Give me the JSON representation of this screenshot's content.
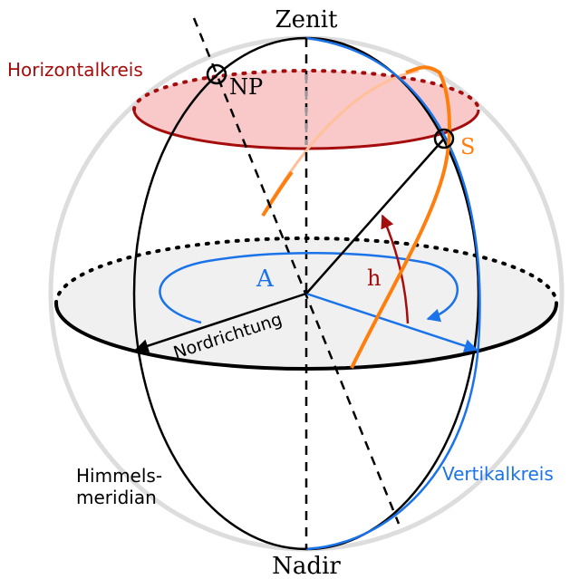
{
  "labels": {
    "zenit": "Zenit",
    "nadir": "Nadir",
    "horizontalkreis": "Horizontalkreis",
    "np": "NP",
    "star": "S",
    "azimuth": "A",
    "altitude": "h",
    "nordrichtung": "Nordrichtung",
    "himmels": "Himmels-",
    "meridian": "meridian",
    "vertikalkreis": "Vertikalkreis"
  },
  "colors": {
    "sphere_outline": "#dddddd",
    "horizon_fill": "#f0f0f0",
    "horizontalkreis": "#a50d0d",
    "horizontalkreis_fill": "#f9c8c8",
    "vertikalkreis": "#1a73e8",
    "star_path": "#ff7f0e",
    "star_path_light": "#ffc09a",
    "altitude_arrow": "#a50d0d",
    "ink": "#000000"
  }
}
